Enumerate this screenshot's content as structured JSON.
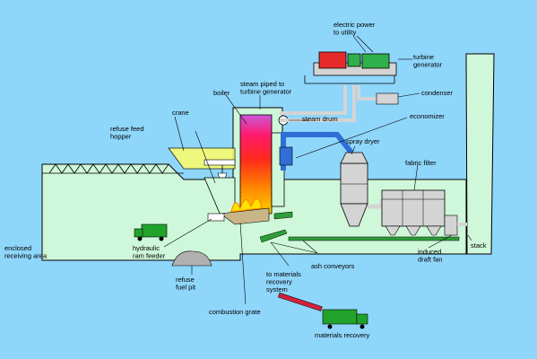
{
  "colors": {
    "background": "#8fd6fb",
    "building": "#cff7d9",
    "outline": "#000000",
    "pipe_blue": "#2f6fd6",
    "conveyor_green": "#2f9e3a",
    "truck_green": "#21a32b",
    "generator_red": "#e52a2a",
    "generator_green": "#2fb04a",
    "duct_grey": "#d4d4d4",
    "flame_yellow": "#ffe000",
    "crane_yellow": "#ffff66",
    "fuel_pile": "#b0b0b0",
    "rod_red": "#d4213b"
  },
  "labels": {
    "electric_power": [
      "electric power",
      "to utility"
    ],
    "turbine_generator": [
      "turbine",
      "generator"
    ],
    "steam_piped": [
      "steam piped to",
      "turbine generator"
    ],
    "condenser": [
      "condenser"
    ],
    "boiler": [
      "boiler"
    ],
    "steam_drum": [
      "steam drum"
    ],
    "economizer": [
      "economizer"
    ],
    "refuse_feed_hopper": [
      "refuse feed",
      "hopper"
    ],
    "crane": [
      "crane"
    ],
    "spray_dryer": [
      "spray dryer"
    ],
    "fabric_filter": [
      "fabric filter"
    ],
    "enclosed_receiving_area": [
      "enclosed",
      "receiving area"
    ],
    "hydraulic_ram_feeder": [
      "hydraulic",
      "ram feeder"
    ],
    "stack": [
      "stack"
    ],
    "induced_draft_fan": [
      "induced",
      "draft fan"
    ],
    "ash_conveyors": [
      "ash conveyors"
    ],
    "to_materials_recovery": [
      "to materials",
      "recovery",
      "system"
    ],
    "refuse_fuel_pit": [
      "refuse",
      "fuel pit"
    ],
    "combustion_grate": [
      "combustion grate"
    ],
    "materials_recovery": [
      "materials recovery"
    ]
  }
}
